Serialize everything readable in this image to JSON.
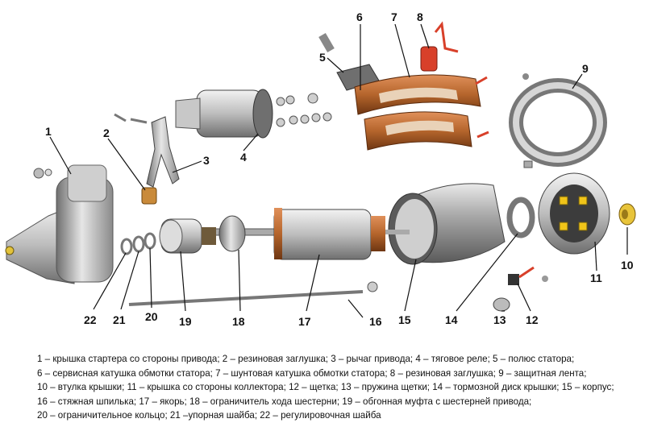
{
  "callouts": [
    {
      "id": "1",
      "text": "1"
    },
    {
      "id": "2",
      "text": "2"
    },
    {
      "id": "3",
      "text": "3"
    },
    {
      "id": "4",
      "text": "4"
    },
    {
      "id": "5",
      "text": "5"
    },
    {
      "id": "6",
      "text": "6"
    },
    {
      "id": "7",
      "text": "7"
    },
    {
      "id": "8",
      "text": "8"
    },
    {
      "id": "9",
      "text": "9"
    },
    {
      "id": "10",
      "text": "10"
    },
    {
      "id": "11",
      "text": "11"
    },
    {
      "id": "12",
      "text": "12"
    },
    {
      "id": "13",
      "text": "13"
    },
    {
      "id": "14",
      "text": "14"
    },
    {
      "id": "15",
      "text": "15"
    },
    {
      "id": "16",
      "text": "16"
    },
    {
      "id": "17",
      "text": "17"
    },
    {
      "id": "18",
      "text": "18"
    },
    {
      "id": "19",
      "text": "19"
    },
    {
      "id": "20",
      "text": "20"
    },
    {
      "id": "21",
      "text": "21"
    },
    {
      "id": "22",
      "text": "22"
    }
  ],
  "legend": [
    "1 – крышка стартера со стороны привода; 2 – резиновая заглушка; 3 – рычаг привода; 4 – тяговое реле; 5 – полюс статора;",
    "6 – сервисная катушка обмотки статора; 7 – шунтовая катушка обмотки статора; 8 – резиновая заглушка; 9 – защитная лента;",
    "10 – втулка крышки; 11 – крышка со стороны коллектора; 12 – щетка; 13 – пружина щетки; 14 – тормозной диск крышки; 15 – корпус;",
    "16 – стяжная шпилька; 17 – якорь; 18 – ограничитель хода шестерни; 19 – обгонная муфта с шестерней привода;",
    "20 – ограничительное кольцо; 21 –упорная шайба; 22 – регулировочная шайба"
  ],
  "colors": {
    "metal_light": "#d8d8d8",
    "metal_dark": "#7a7a7a",
    "copper": "#b5652c",
    "red": "#d8402a",
    "yellow": "#f0c419"
  }
}
